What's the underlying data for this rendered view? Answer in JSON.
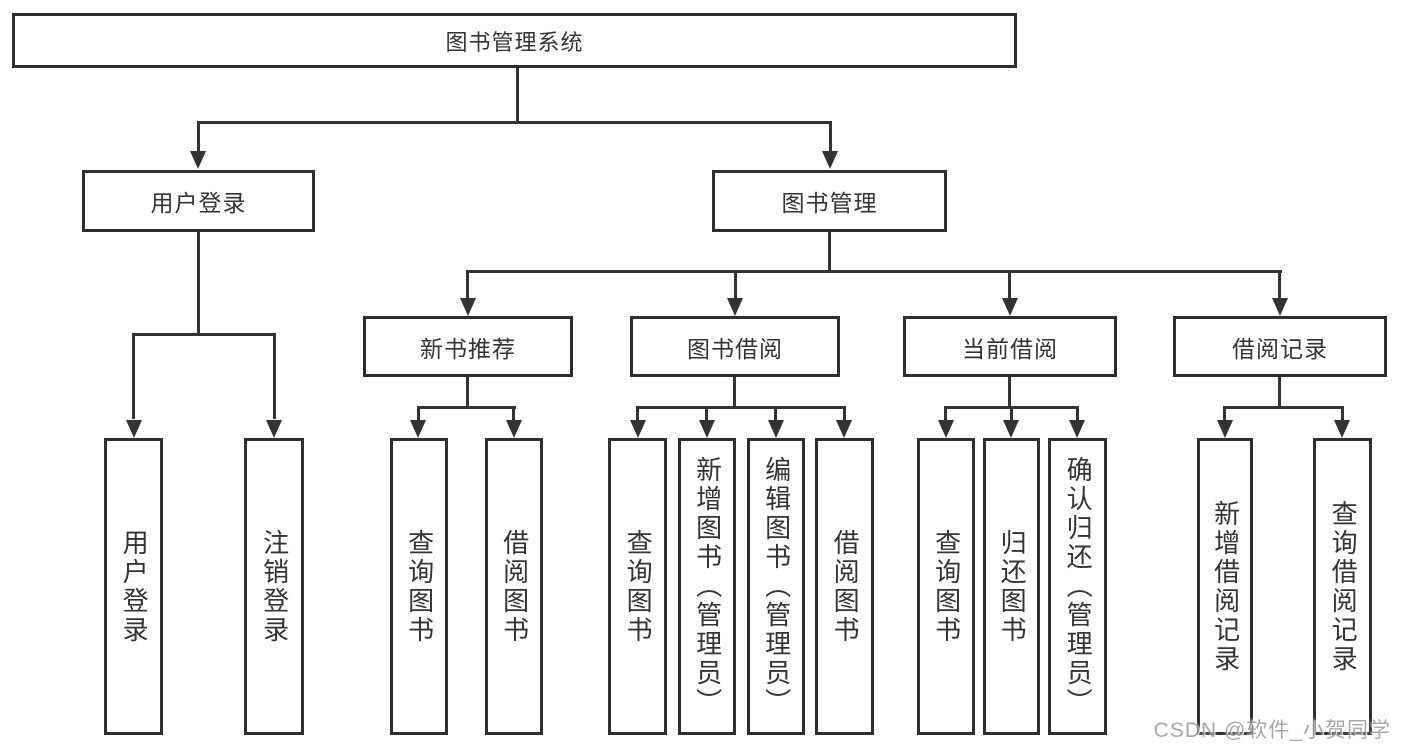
{
  "tree": {
    "label": "图书管理系统",
    "children": [
      {
        "label": "用户登录",
        "children": [
          {
            "label": "用户登录"
          },
          {
            "label": "注销登录"
          }
        ]
      },
      {
        "label": "图书管理",
        "children": [
          {
            "label": "新书推荐",
            "children": [
              {
                "label": "查询图书"
              },
              {
                "label": "借阅图书"
              }
            ]
          },
          {
            "label": "图书借阅",
            "children": [
              {
                "label": "查询图书"
              },
              {
                "label": "新增图书（管理员）"
              },
              {
                "label": "编辑图书（管理员）"
              },
              {
                "label": "借阅图书"
              }
            ]
          },
          {
            "label": "当前借阅",
            "children": [
              {
                "label": "查询图书"
              },
              {
                "label": "归还图书"
              },
              {
                "label": "确认归还（管理员）"
              }
            ]
          },
          {
            "label": "借阅记录",
            "children": [
              {
                "label": "新增借阅记录"
              },
              {
                "label": "查询借阅记录"
              }
            ]
          }
        ]
      }
    ]
  },
  "watermark": "CSDN @软件_小贺同学",
  "colors": {
    "line": "#333333",
    "box_border": "#2e2e2e",
    "text": "#333333",
    "watermark": "#999999",
    "background": "#ffffff"
  }
}
